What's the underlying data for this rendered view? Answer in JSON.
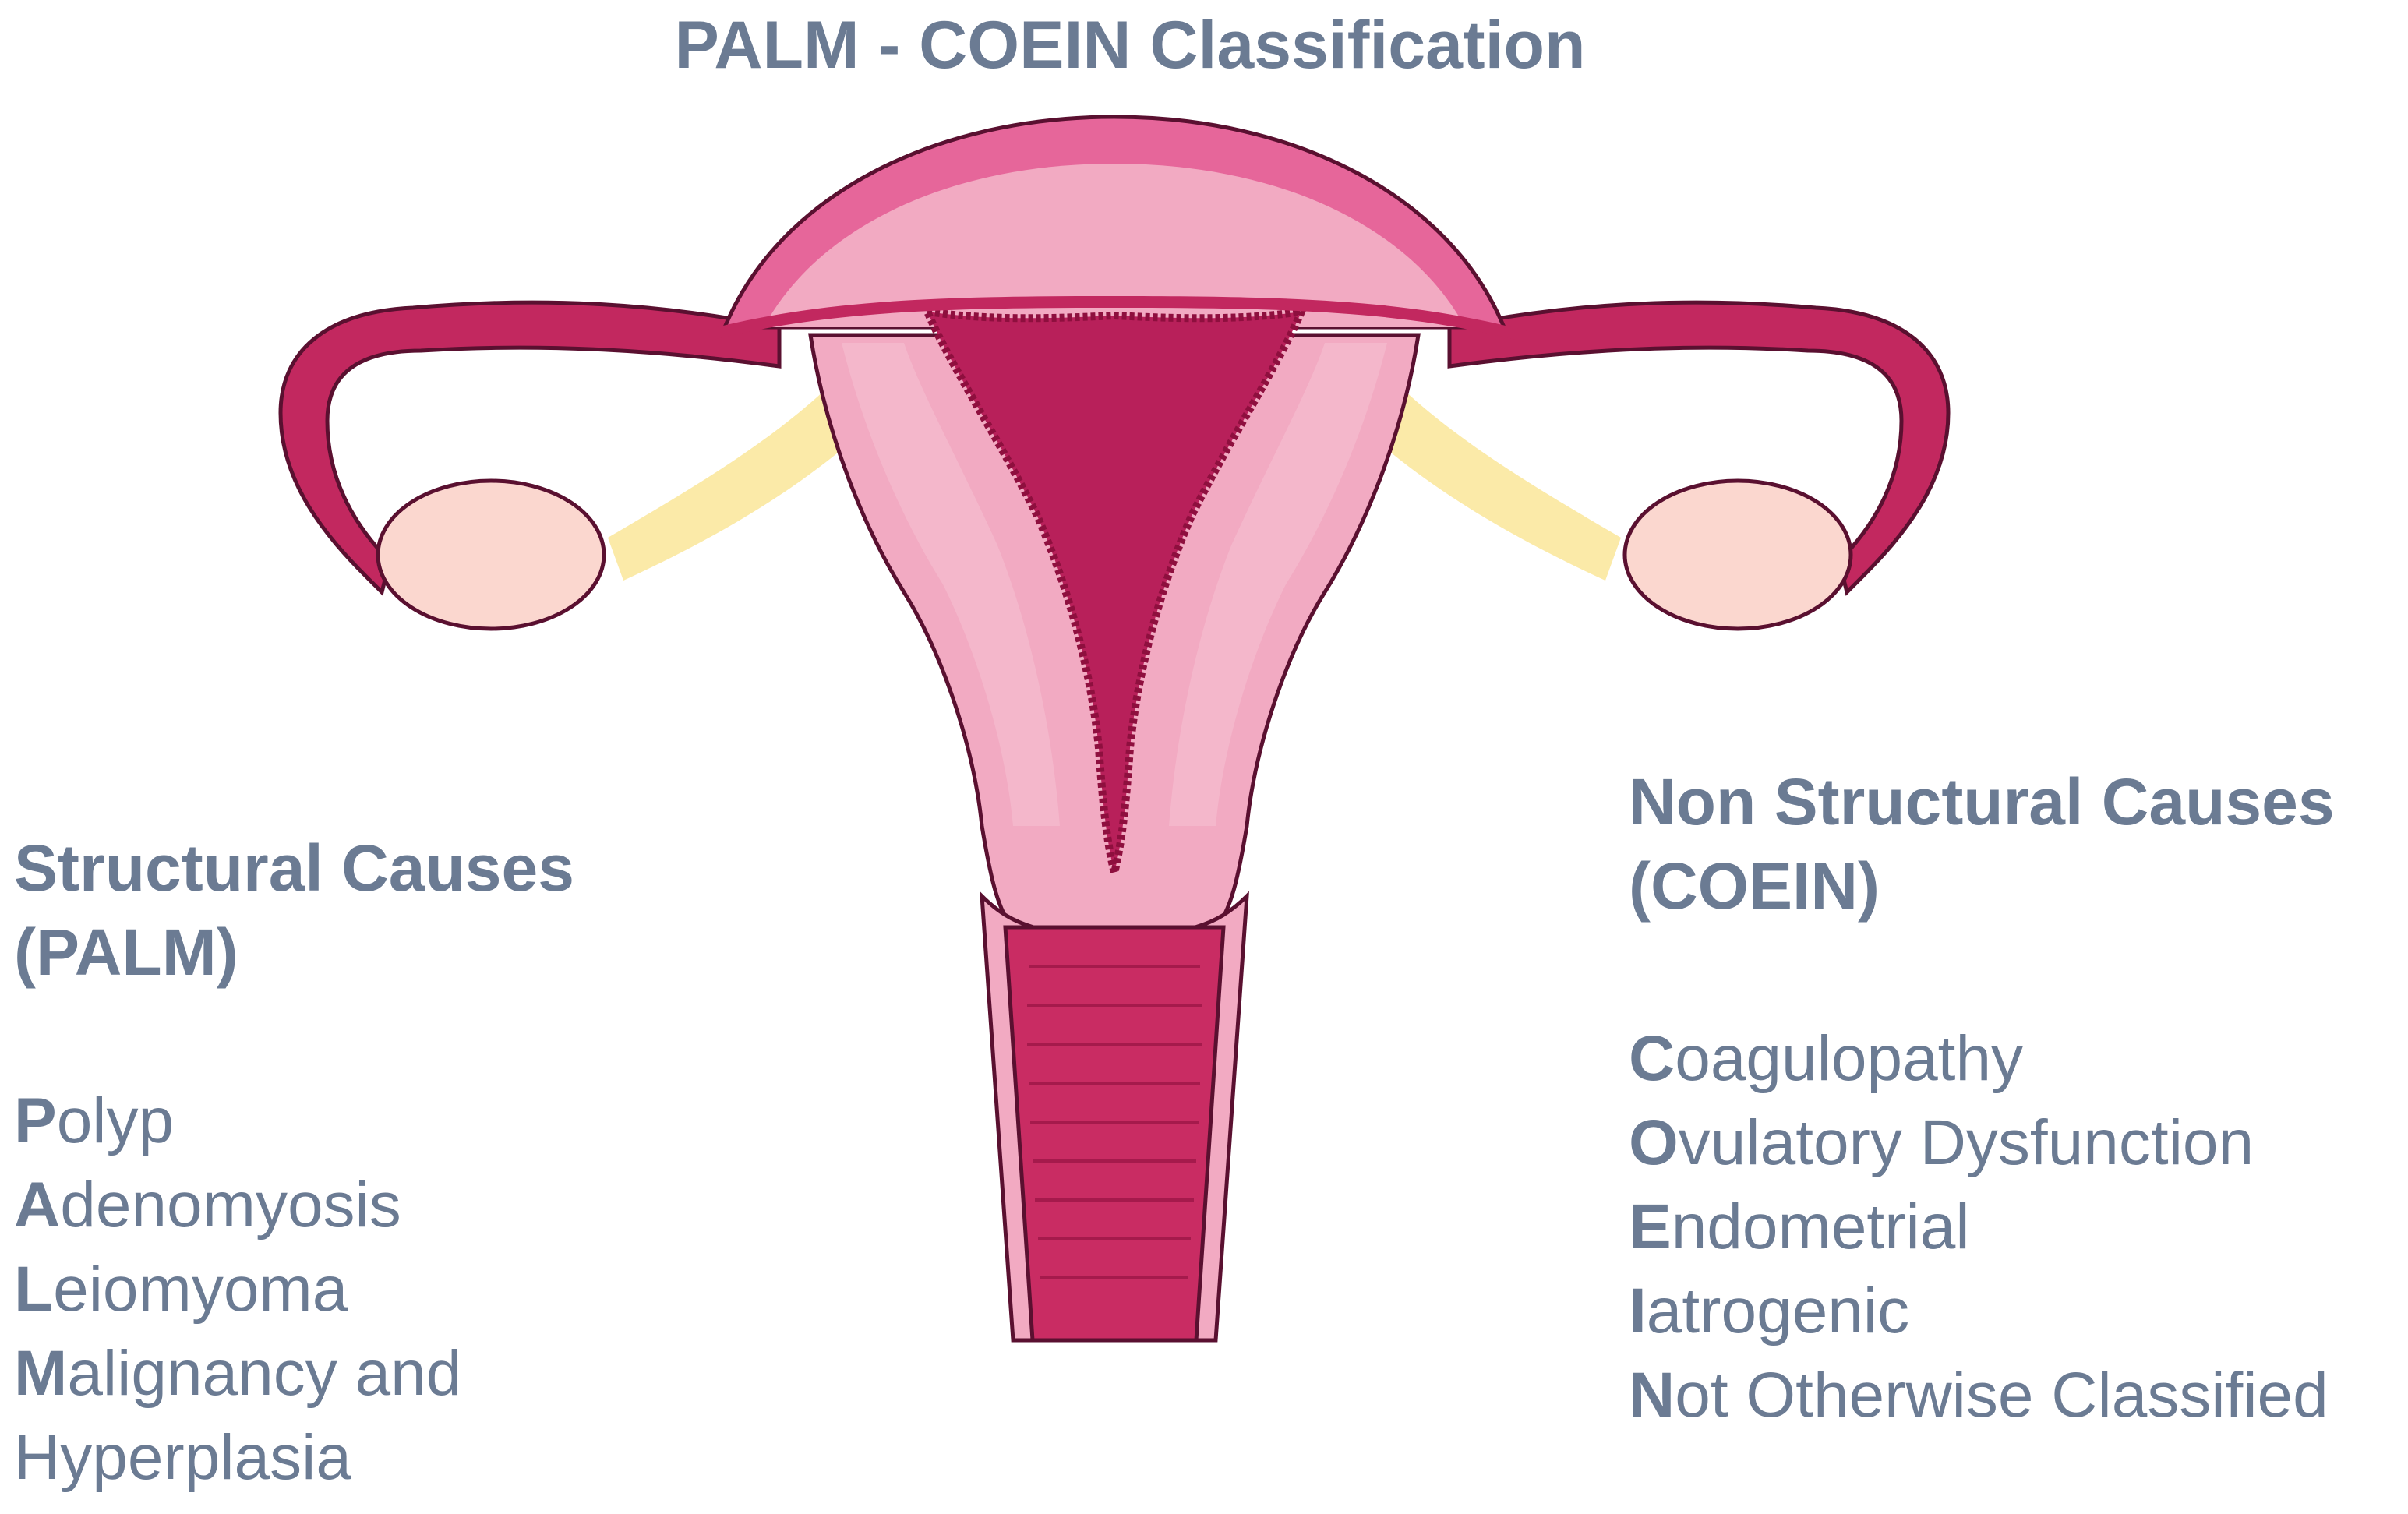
{
  "title": "PALM - COEIN Classification",
  "colors": {
    "text": "#6b7b93",
    "uterus_body": "#f2aac2",
    "uterus_muscle": "#f4b7cb",
    "fundus": "#e6669a",
    "cavity": "#b8205a",
    "cavity_dark": "#8e0f3e",
    "tube": "#c2285f",
    "outline": "#5a1030",
    "ovary": "#fbd7cf",
    "ligament": "#fbeaa8",
    "cervix": "#c92c63"
  },
  "structural": {
    "heading_line1": "Structural Causes",
    "heading_line2": "(PALM)",
    "items": [
      {
        "initial": "P",
        "rest": "olyp"
      },
      {
        "initial": "A",
        "rest": "denomyosis"
      },
      {
        "initial": "L",
        "rest": "eiomyoma"
      },
      {
        "initial": "M",
        "rest": "alignancy and"
      },
      {
        "initial": "",
        "rest": "Hyperplasia"
      }
    ]
  },
  "non_structural": {
    "heading_line1": "Non Structural Causes",
    "heading_line2": "(COEIN)",
    "items": [
      {
        "initial": "C",
        "rest": "oagulopathy"
      },
      {
        "initial": "O",
        "rest": "vulatory Dysfunction"
      },
      {
        "initial": "E",
        "rest": "ndometrial"
      },
      {
        "initial": "I",
        "rest": "atrogenic"
      },
      {
        "initial": "N",
        "rest": "ot Otherwise Classified"
      }
    ]
  }
}
